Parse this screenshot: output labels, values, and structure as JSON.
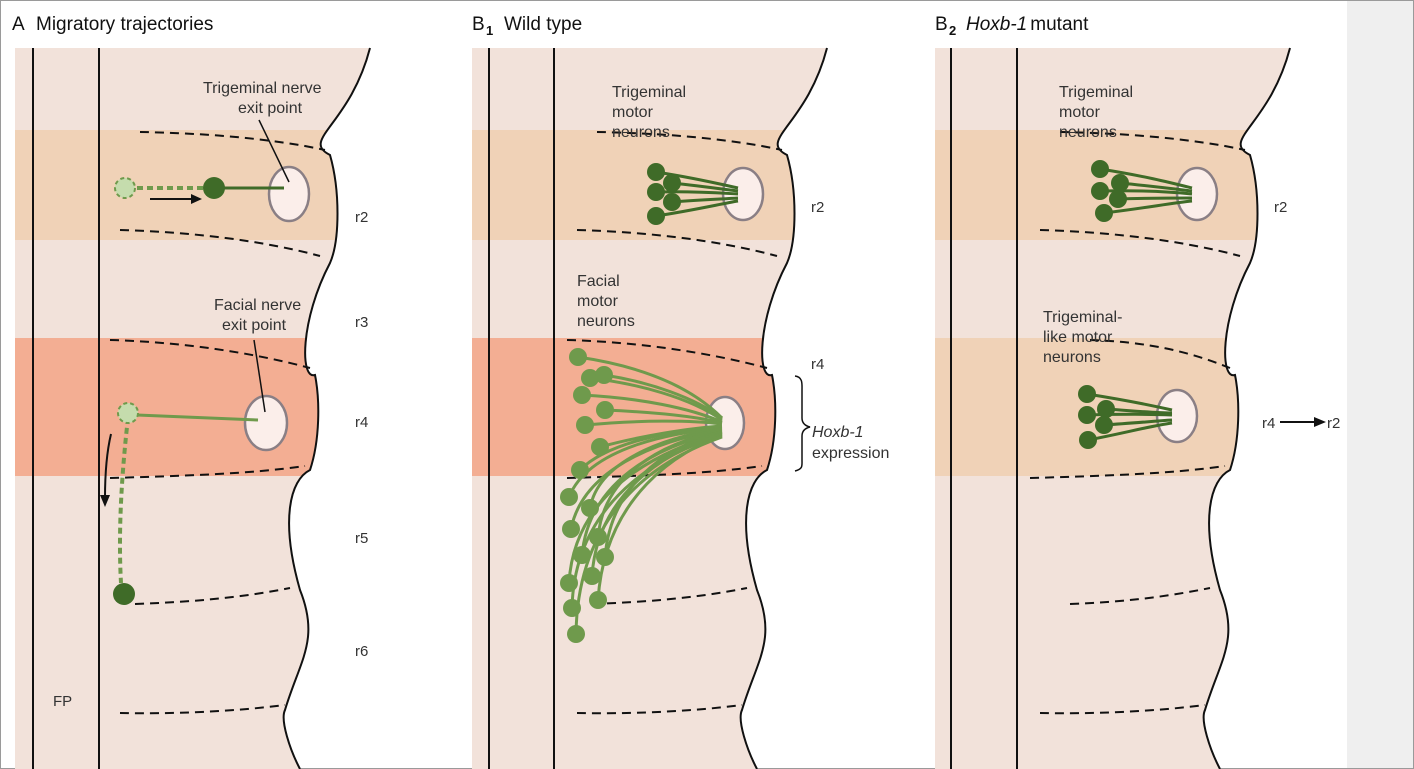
{
  "panel_a": {
    "letter": "A",
    "title": "Migratory trajectories",
    "label_trigeminal_exit_1": "Trigeminal nerve",
    "label_trigeminal_exit_2": "exit point",
    "label_facial_exit_1": "Facial nerve",
    "label_facial_exit_2": "exit point",
    "r2": "r2",
    "r3": "r3",
    "r4": "r4",
    "r5": "r5",
    "r6": "r6",
    "floor_plate": "FP"
  },
  "panel_b1": {
    "letter": "B",
    "subscript": "1",
    "title": "Wild type",
    "label_trigeminal_1": "Trigeminal",
    "label_trigeminal_2": "motor",
    "label_trigeminal_3": "neurons",
    "label_facial_1": "Facial",
    "label_facial_2": "motor",
    "label_facial_3": "neurons",
    "r2": "r2",
    "r4": "r4",
    "hox_gene": "Hoxb-1",
    "hox_expression": "expression"
  },
  "panel_b2": {
    "letter": "B",
    "subscript": "2",
    "title_gene": "Hoxb-1",
    "title_rest": " mutant",
    "label_trigeminal_1": "Trigeminal",
    "label_trigeminal_2": "motor",
    "label_trigeminal_3": "neurons",
    "label_like_1": "Trigeminal-",
    "label_like_2": "like motor",
    "label_like_3": "neurons",
    "r2": "r2",
    "r4_from": "r4",
    "r4_to": "r2"
  },
  "colors": {
    "hindbrain": "#f2e2da",
    "r2_band": "#f0d2b7",
    "r4_band": "#f3ae93",
    "neuron_dark": "#3f6b28",
    "neuron_light": "#6f9a4c",
    "neuron_pale": "#c5dcad",
    "exit_point_fill": "#fbeeea",
    "exit_point_stroke": "#8a7f85",
    "side_panel": "#efefef"
  }
}
